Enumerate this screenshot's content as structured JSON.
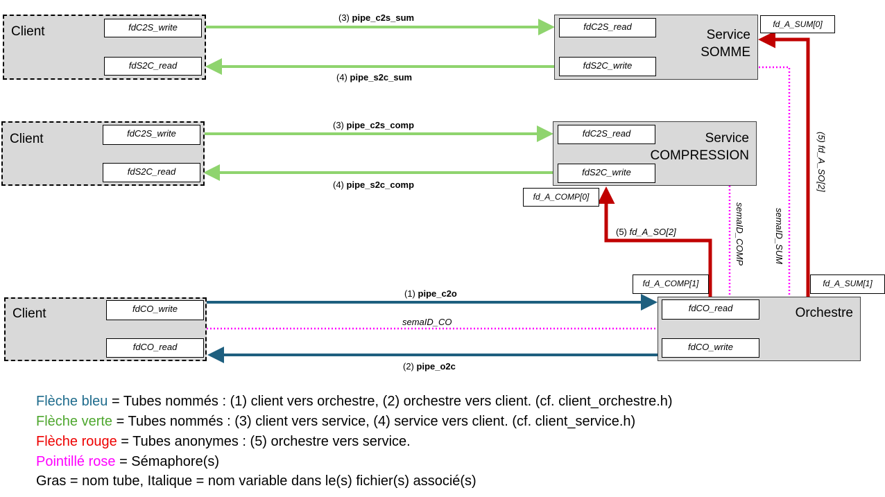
{
  "boxes": {
    "client_sum": {
      "title": "Client",
      "fd_write": "fdC2S_write",
      "fd_read": "fdS2C_read"
    },
    "service_sum": {
      "title_line1": "Service",
      "title_line2": "SOMME",
      "fd_read": "fdC2S_read",
      "fd_write": "fdS2C_write"
    },
    "client_comp": {
      "title": "Client",
      "fd_write": "fdC2S_write",
      "fd_read": "fdS2C_read"
    },
    "service_comp": {
      "title_line1": "Service",
      "title_line2": "COMPRESSION",
      "fd_read": "fdC2S_read",
      "fd_write": "fdS2C_write"
    },
    "client_orch": {
      "title": "Client",
      "fd_write": "fdCO_write",
      "fd_read": "fdCO_read"
    },
    "orchestre": {
      "title": "Orchestre",
      "fd_read": "fdCO_read",
      "fd_write": "fdCO_write"
    }
  },
  "anon_labels": {
    "fd_a_sum0": "fd_A_SUM[0]",
    "fd_a_sum1": "fd_A_SUM[1]",
    "fd_a_comp0": "fd_A_COMP[0]",
    "fd_a_comp1": "fd_A_COMP[1]"
  },
  "arrows": {
    "c2s_sum": {
      "num": "(3)",
      "name": "pipe_c2s_sum"
    },
    "s2c_sum": {
      "num": "(4)",
      "name": "pipe_s2c_sum"
    },
    "c2s_comp": {
      "num": "(3)",
      "name": "pipe_c2s_comp"
    },
    "s2c_comp": {
      "num": "(4)",
      "name": "pipe_s2c_comp"
    },
    "c2o": {
      "num": "(1)",
      "name": "pipe_c2o"
    },
    "o2c": {
      "num": "(2)",
      "name": "pipe_o2c"
    },
    "so_comp": {
      "num": "(5)",
      "name": "fd_A_SO[2]"
    },
    "so_sum": "(5) fd_A_SO[2]"
  },
  "semaphores": {
    "co": "semaID_CO",
    "comp": "semaID_COMP",
    "sum": "semaID_SUM"
  },
  "colors": {
    "blue": "#1e5f7f",
    "green": "#8fd46e",
    "red": "#c00000",
    "pink": "#ff00ff",
    "box_fill": "#d9d9d9",
    "legend_blue": "#1e6b8c",
    "legend_green": "#4ea72e",
    "legend_red": "#ee0000",
    "legend_pink": "#ff00ff"
  },
  "legend": [
    {
      "colored": "Flèche bleu",
      "rest": " = Tubes nommés : (1) client vers orchestre, (2) orchestre vers client. (cf. client_orchestre.h)"
    },
    {
      "colored": "Flèche verte",
      "rest": " = Tubes nommés : (3) client vers service, (4) service vers client. (cf. client_service.h)"
    },
    {
      "colored": "Flèche rouge",
      "rest": " = Tubes anonymes : (5) orchestre vers service."
    },
    {
      "colored": "Pointillé rose",
      "rest": " = Sémaphore(s)"
    },
    {
      "colored": "",
      "rest": "Gras = nom tube, Italique = nom variable dans le(s) fichier(s) associé(s)"
    }
  ]
}
